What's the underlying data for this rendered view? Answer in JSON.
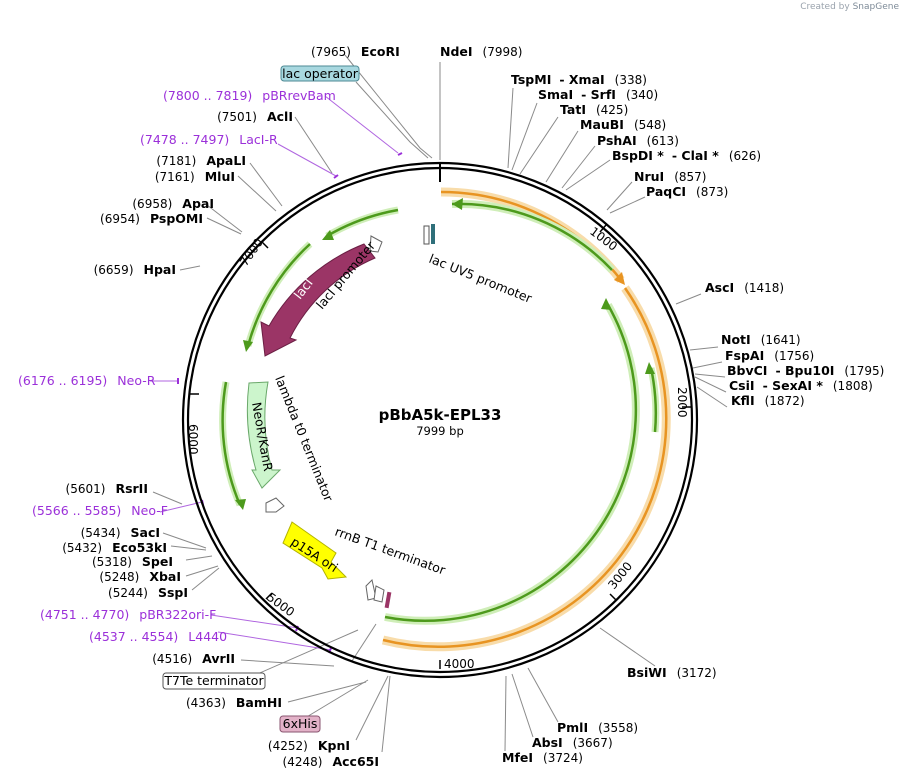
{
  "credit": {
    "prefix": "Created by",
    "brand": "SnapGene"
  },
  "plasmid": {
    "name": "pBbA5k-EPL33",
    "size": "7999 bp"
  },
  "ticks": [
    "1000",
    "2000",
    "3000",
    "4000",
    "5000",
    "6000",
    "7000"
  ],
  "sites": [
    {
      "id": "ecori",
      "pos": "(7965)",
      "name": "EcoRI"
    },
    {
      "id": "ndei",
      "pos": "(7998)",
      "name": "NdeI"
    },
    {
      "id": "tspmi",
      "name": "TspMI",
      "name2": "XmaI",
      "pos": "(338)"
    },
    {
      "id": "smai",
      "name": "SmaI",
      "name2": "SrfI",
      "pos": "(340)"
    },
    {
      "id": "tati",
      "name": "TatI",
      "pos": "(425)"
    },
    {
      "id": "maubi",
      "name": "MauBI",
      "pos": "(548)"
    },
    {
      "id": "pshai",
      "name": "PshAI",
      "pos": "(613)"
    },
    {
      "id": "bspdi",
      "name": "BspDI *",
      "name2": "ClaI *",
      "pos": "(626)"
    },
    {
      "id": "nrui",
      "name": "NruI",
      "pos": "(857)"
    },
    {
      "id": "paqci",
      "name": "PaqCI",
      "pos": "(873)"
    },
    {
      "id": "asci",
      "name": "AscI",
      "pos": "(1418)"
    },
    {
      "id": "noti",
      "name": "NotI",
      "pos": "(1641)"
    },
    {
      "id": "fspai",
      "name": "FspAI",
      "pos": "(1756)"
    },
    {
      "id": "bbvci",
      "name": "BbvCI",
      "name2": "Bpu10I",
      "pos": "(1795)"
    },
    {
      "id": "csii",
      "name": "CsiI",
      "name2": "SexAI *",
      "pos": "(1808)"
    },
    {
      "id": "kfli",
      "name": "KflI",
      "pos": "(1872)"
    },
    {
      "id": "bsiwi",
      "name": "BsiWI",
      "pos": "(3172)"
    },
    {
      "id": "pmli",
      "name": "PmlI",
      "pos": "(3558)"
    },
    {
      "id": "absi",
      "name": "AbsI",
      "pos": "(3667)"
    },
    {
      "id": "mfei",
      "name": "MfeI",
      "pos": "(3724)"
    },
    {
      "id": "acc65i",
      "pos": "(4248)",
      "name": "Acc65I"
    },
    {
      "id": "kpni",
      "pos": "(4252)",
      "name": "KpnI"
    },
    {
      "id": "bamhi",
      "pos": "(4363)",
      "name": "BamHI"
    },
    {
      "id": "avrii",
      "pos": "(4516)",
      "name": "AvrII"
    },
    {
      "id": "sspi",
      "pos": "(5244)",
      "name": "SspI"
    },
    {
      "id": "xbai",
      "pos": "(5248)",
      "name": "XbaI"
    },
    {
      "id": "spei",
      "pos": "(5318)",
      "name": "SpeI"
    },
    {
      "id": "eco53ki",
      "pos": "(5432)",
      "name": "Eco53kI"
    },
    {
      "id": "saci",
      "pos": "(5434)",
      "name": "SacI"
    },
    {
      "id": "rsrii",
      "pos": "(5601)",
      "name": "RsrII"
    },
    {
      "id": "hpai",
      "pos": "(6659)",
      "name": "HpaI"
    },
    {
      "id": "pspomi",
      "pos": "(6954)",
      "name": "PspOMI"
    },
    {
      "id": "apai",
      "pos": "(6958)",
      "name": "ApaI"
    },
    {
      "id": "mlui",
      "pos": "(7161)",
      "name": "MluI"
    },
    {
      "id": "apali",
      "pos": "(7181)",
      "name": "ApaLI"
    },
    {
      "id": "acli",
      "pos": "(7501)",
      "name": "AclI"
    }
  ],
  "primers": [
    {
      "id": "pbrrevbam",
      "range": "(7800 .. 7819)",
      "name": "pBRrevBam"
    },
    {
      "id": "laci-r",
      "range": "(7478 .. 7497)",
      "name": "LacI-R"
    },
    {
      "id": "neo-r",
      "range": "(6176 .. 6195)",
      "name": "Neo-R"
    },
    {
      "id": "neo-f",
      "range": "(5566 .. 5585)",
      "name": "Neo-F"
    },
    {
      "id": "pbr322ori-f",
      "range": "(4751 .. 4770)",
      "name": "pBR322ori-F"
    },
    {
      "id": "l4440",
      "range": "(4537 .. 4554)",
      "name": "L4440"
    }
  ],
  "boxed": [
    {
      "id": "lac-operator",
      "name": "lac operator",
      "fill": "#a8d8e0"
    },
    {
      "id": "t7te-terminator",
      "name": "T7Te terminator",
      "fill": "#ffffff"
    },
    {
      "id": "6xhis",
      "name": "6xHis",
      "fill": "#e3b2c8"
    }
  ],
  "features": {
    "laci": "lacI",
    "laci_promoter": "lacI promoter",
    "lac_uv5": "lac UV5 promoter",
    "lambda_t0": "lambda t0 terminator",
    "neor": "NeoR/KanR",
    "p15a": "p15A ori",
    "rrnb": "rrnB T1 terminator"
  },
  "colors": {
    "laci": "#9b3566",
    "neor": "#ccf5cc",
    "p15a": "#ffff00",
    "orf_green": "#4d9a1c",
    "orf_orange": "#e89422",
    "primer": "#9b30d9"
  }
}
